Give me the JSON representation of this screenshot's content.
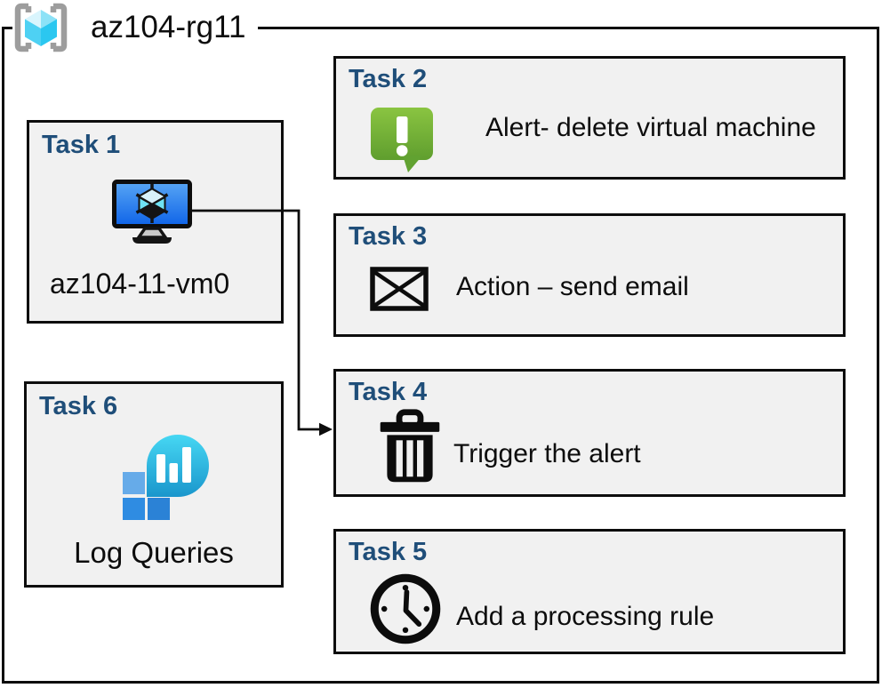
{
  "resource_group": {
    "name": "az104-rg11",
    "icon": "resource-group-icon"
  },
  "tasks": {
    "task1": {
      "title": "Task 1",
      "label": "az104-11-vm0",
      "icon": "virtual-machine-icon"
    },
    "task2": {
      "title": "Task 2",
      "label": "Alert- delete virtual machine",
      "icon": "alert-message-icon"
    },
    "task3": {
      "title": "Task 3",
      "label": "Action – send email",
      "icon": "email-icon"
    },
    "task4": {
      "title": "Task 4",
      "label": "Trigger the alert",
      "icon": "trash-icon"
    },
    "task5": {
      "title": "Task 5",
      "label": "Add a processing rule",
      "icon": "clock-icon"
    },
    "task6": {
      "title": "Task 6",
      "label": "Log Queries",
      "icon": "log-analytics-icon"
    }
  },
  "connector": {
    "from": "task1",
    "to": "task4"
  },
  "colors": {
    "title_blue": "#1f4e79",
    "box_fill": "#f1f1f1",
    "box_border": "#0d0d0d",
    "text_black": "#0d0d0d",
    "bracket_gray": "#9d9d9d",
    "cube_cyan": "#4ed1f3",
    "screen_top": "#58a6f4",
    "screen_bottom": "#0e63e8",
    "green_top": "#8ac441",
    "green_bottom": "#5f9e2e",
    "teal_top": "#46d7f3",
    "teal_bottom": "#1a96cc",
    "sq_light": "#66abe9",
    "sq_mid": "#2f8ce2",
    "sq_deep": "#2b82d6"
  }
}
